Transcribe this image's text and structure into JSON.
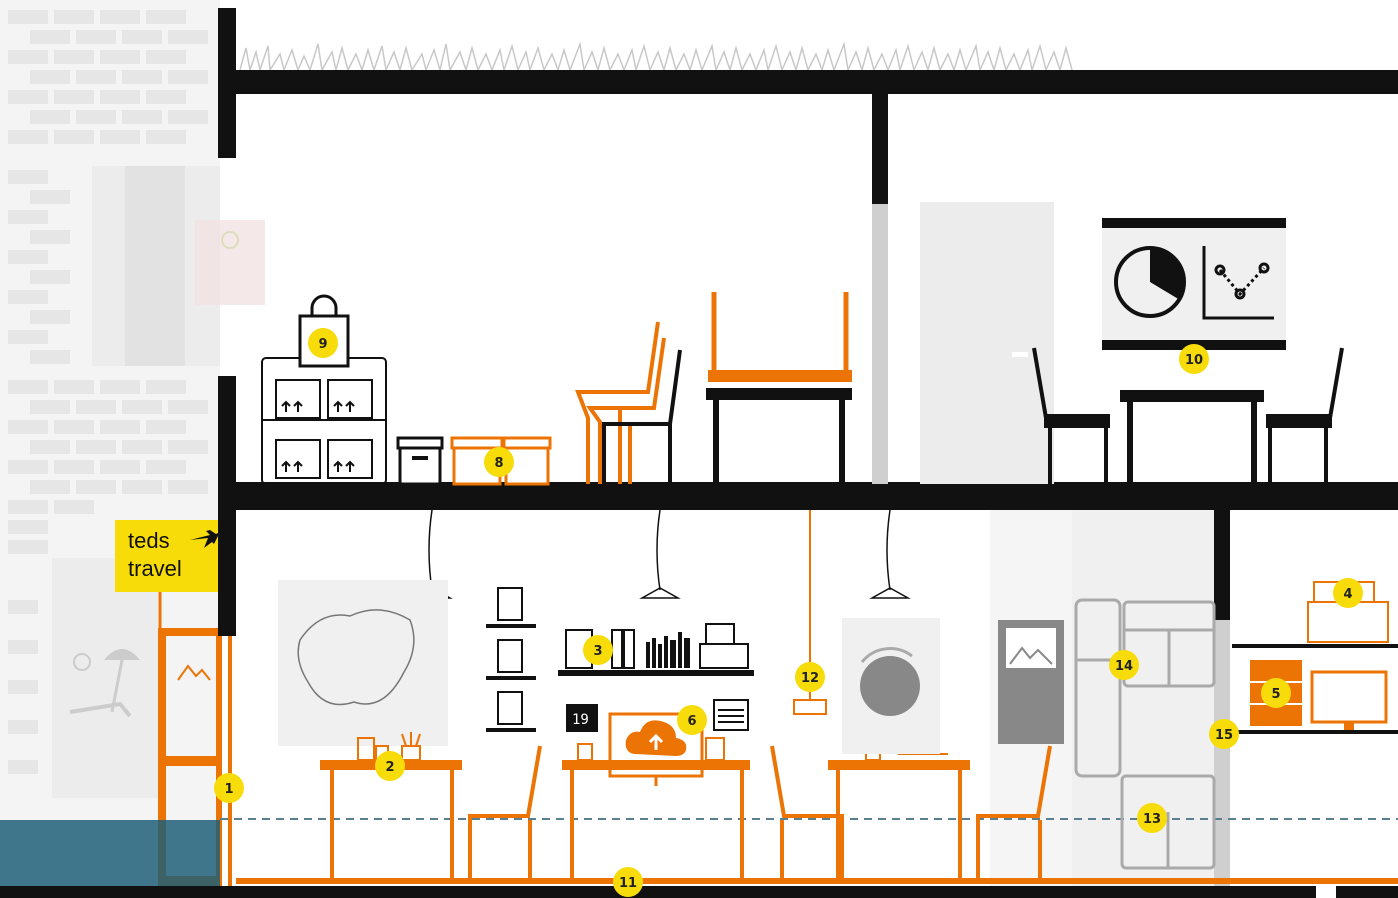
{
  "colors": {
    "orange": "#ec7405",
    "yellow": "#f7dc0a",
    "black": "#111111",
    "grey": "#cfcfcf",
    "water": "#1f5f78"
  },
  "sign": {
    "line1": "teds",
    "line2": "travel",
    "icon": "airplane-icon"
  },
  "calendar": {
    "day": "19"
  },
  "markers": [
    {
      "label": "1"
    },
    {
      "label": "2"
    },
    {
      "label": "3"
    },
    {
      "label": "4"
    },
    {
      "label": "5"
    },
    {
      "label": "6"
    },
    {
      "label": "8"
    },
    {
      "label": "9"
    },
    {
      "label": "10"
    },
    {
      "label": "11"
    },
    {
      "label": "12"
    },
    {
      "label": "13"
    },
    {
      "label": "14"
    },
    {
      "label": "15"
    }
  ]
}
